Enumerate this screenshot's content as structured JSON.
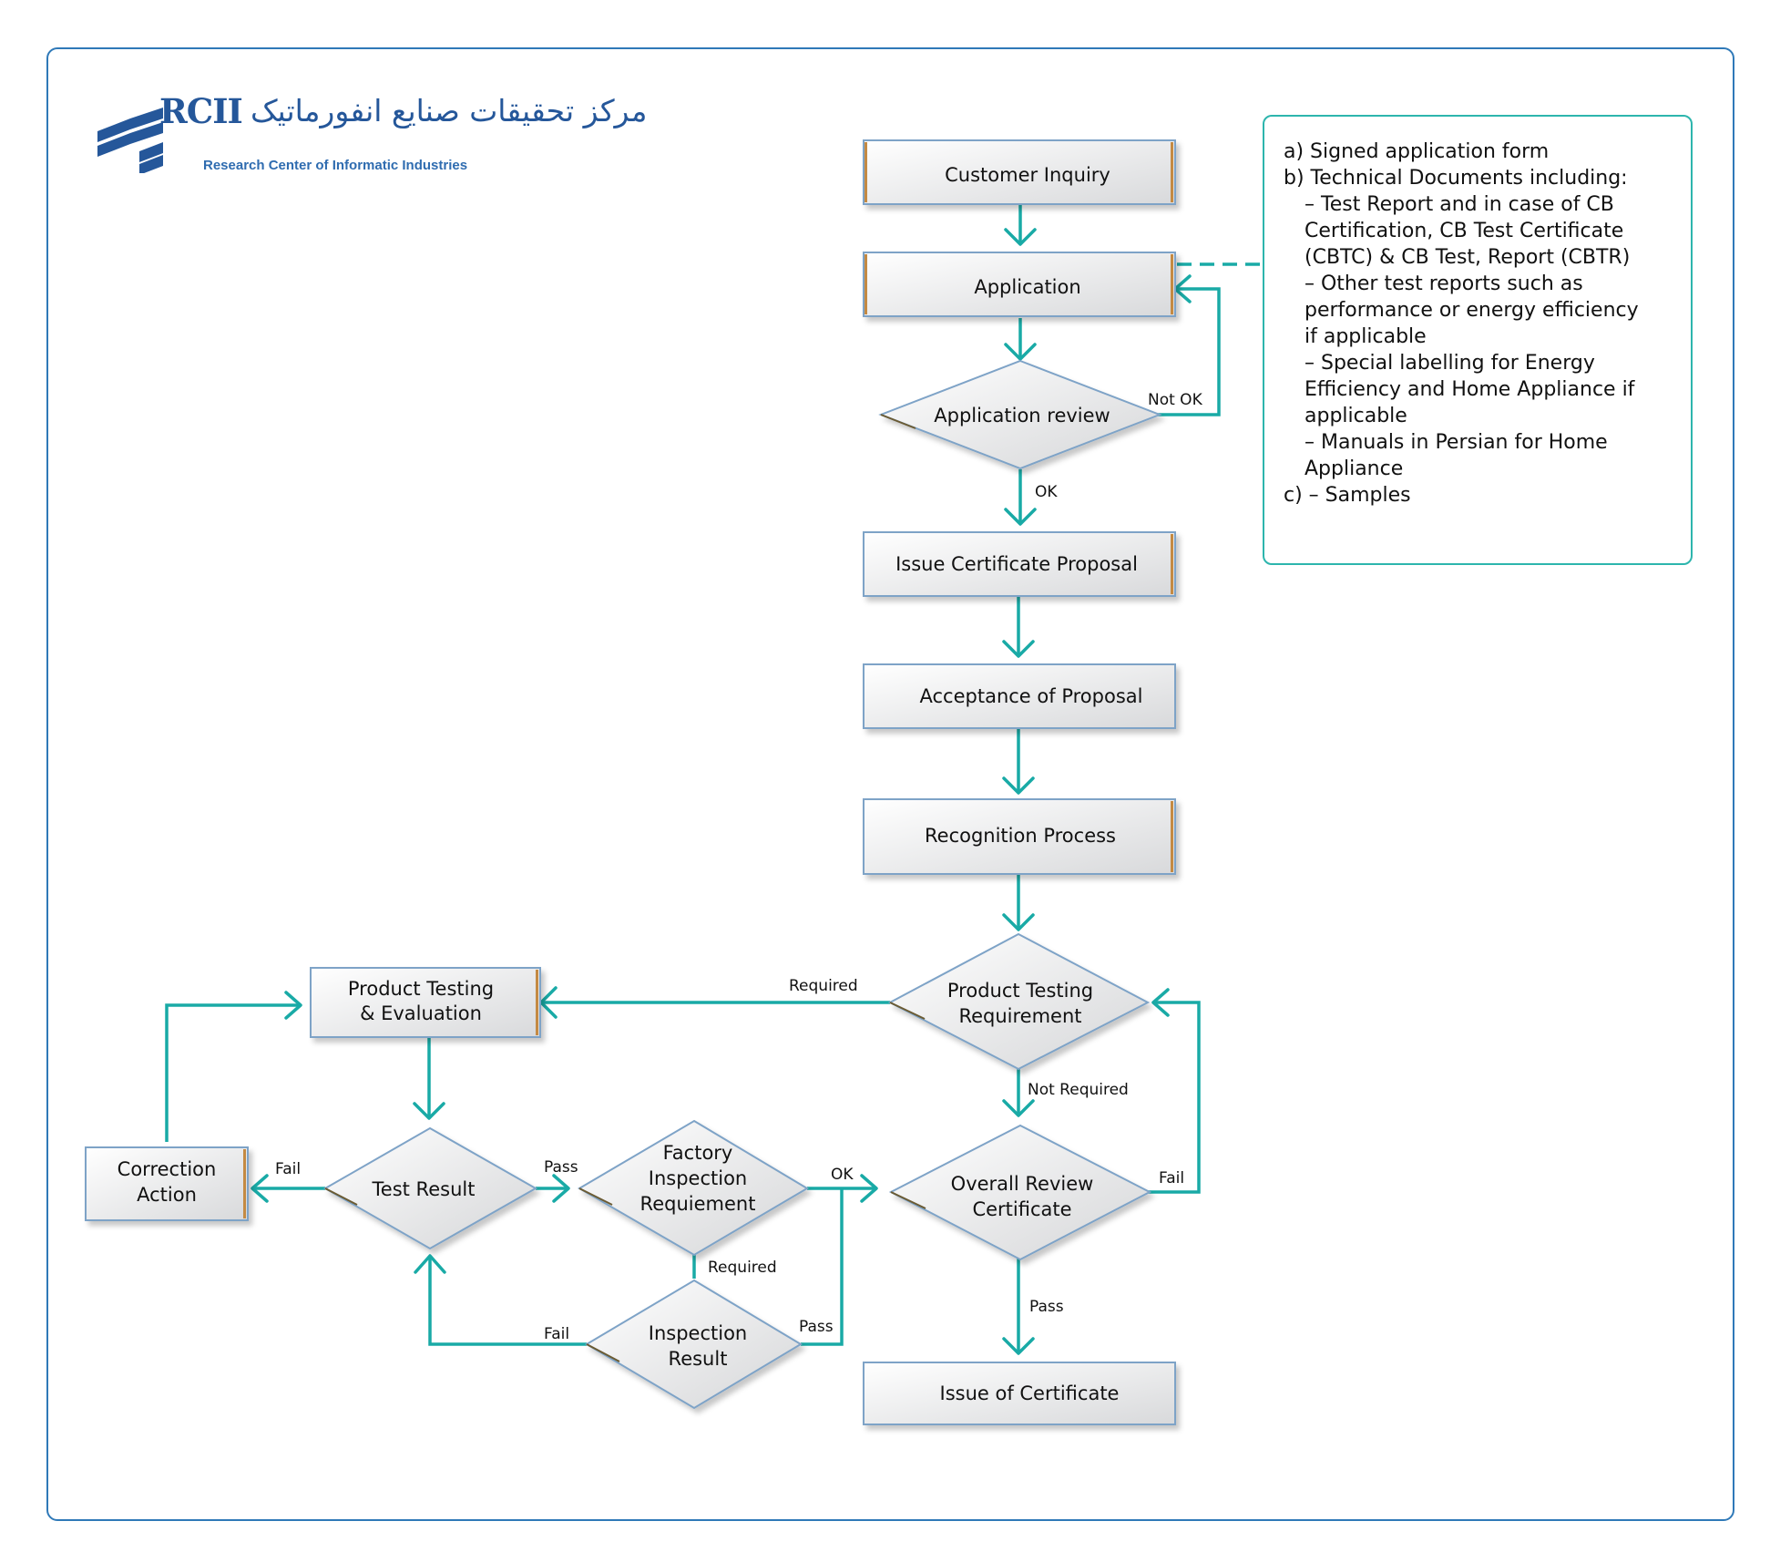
{
  "logo": {
    "abbr": "RCII",
    "persian": "مرکز تحقیقات صنایع انفورماتیک",
    "english": "Research Center of Informatic Industries"
  },
  "nodes": {
    "customer_inquiry": "Customer Inquiry",
    "application": "Application",
    "application_review": "Application review",
    "issue_proposal": "Issue Certificate Proposal",
    "acceptance": "Acceptance of Proposal",
    "recognition": "Recognition Process",
    "ptr_line1": "Product Testing",
    "ptr_line2": "Requirement",
    "pte_line1": "Product Testing",
    "pte_line2": "& Evaluation",
    "test_result": "Test Result",
    "correction_line1": "Correction",
    "correction_line2": "Action",
    "fir_line1": "Factory",
    "fir_line2": "Inspection",
    "fir_line3": "Requiement",
    "insp_line1": "Inspection",
    "insp_line2": "Result",
    "orc_line1": "Overall Review",
    "orc_line2": "Certificate",
    "issue_certificate": "Issue of Certificate"
  },
  "labels": {
    "not_ok": "Not OK",
    "ok": "OK",
    "required_ptr": "Required",
    "not_required": "Not Required",
    "fail_test": "Fail",
    "pass_test": "Pass",
    "ok_fir": "OK",
    "required_fir": "Required",
    "fail_insp": "Fail",
    "pass_insp": "Pass",
    "fail_orc": "Fail",
    "pass_orc": "Pass"
  },
  "note": {
    "lines": [
      "a) Signed application form",
      "b) Technical Documents including:",
      "– Test Report and in case of CB",
      "Certification, CB Test Certificate",
      "(CBTC) & CB Test, Report (CBTR)",
      "– Other test reports such as",
      "performance or energy efficiency",
      "if applicable",
      "– Special labelling for Energy",
      "Efficiency and Home Appliance if",
      "applicable",
      "– Manuals in Persian for Home",
      "Appliance",
      "c) – Samples"
    ]
  },
  "colors": {
    "connector": "#19aaa6",
    "frame": "#2f79b8",
    "note_border": "#2db5ad",
    "logo": "#25579a",
    "box_accent": "#c48a43"
  }
}
